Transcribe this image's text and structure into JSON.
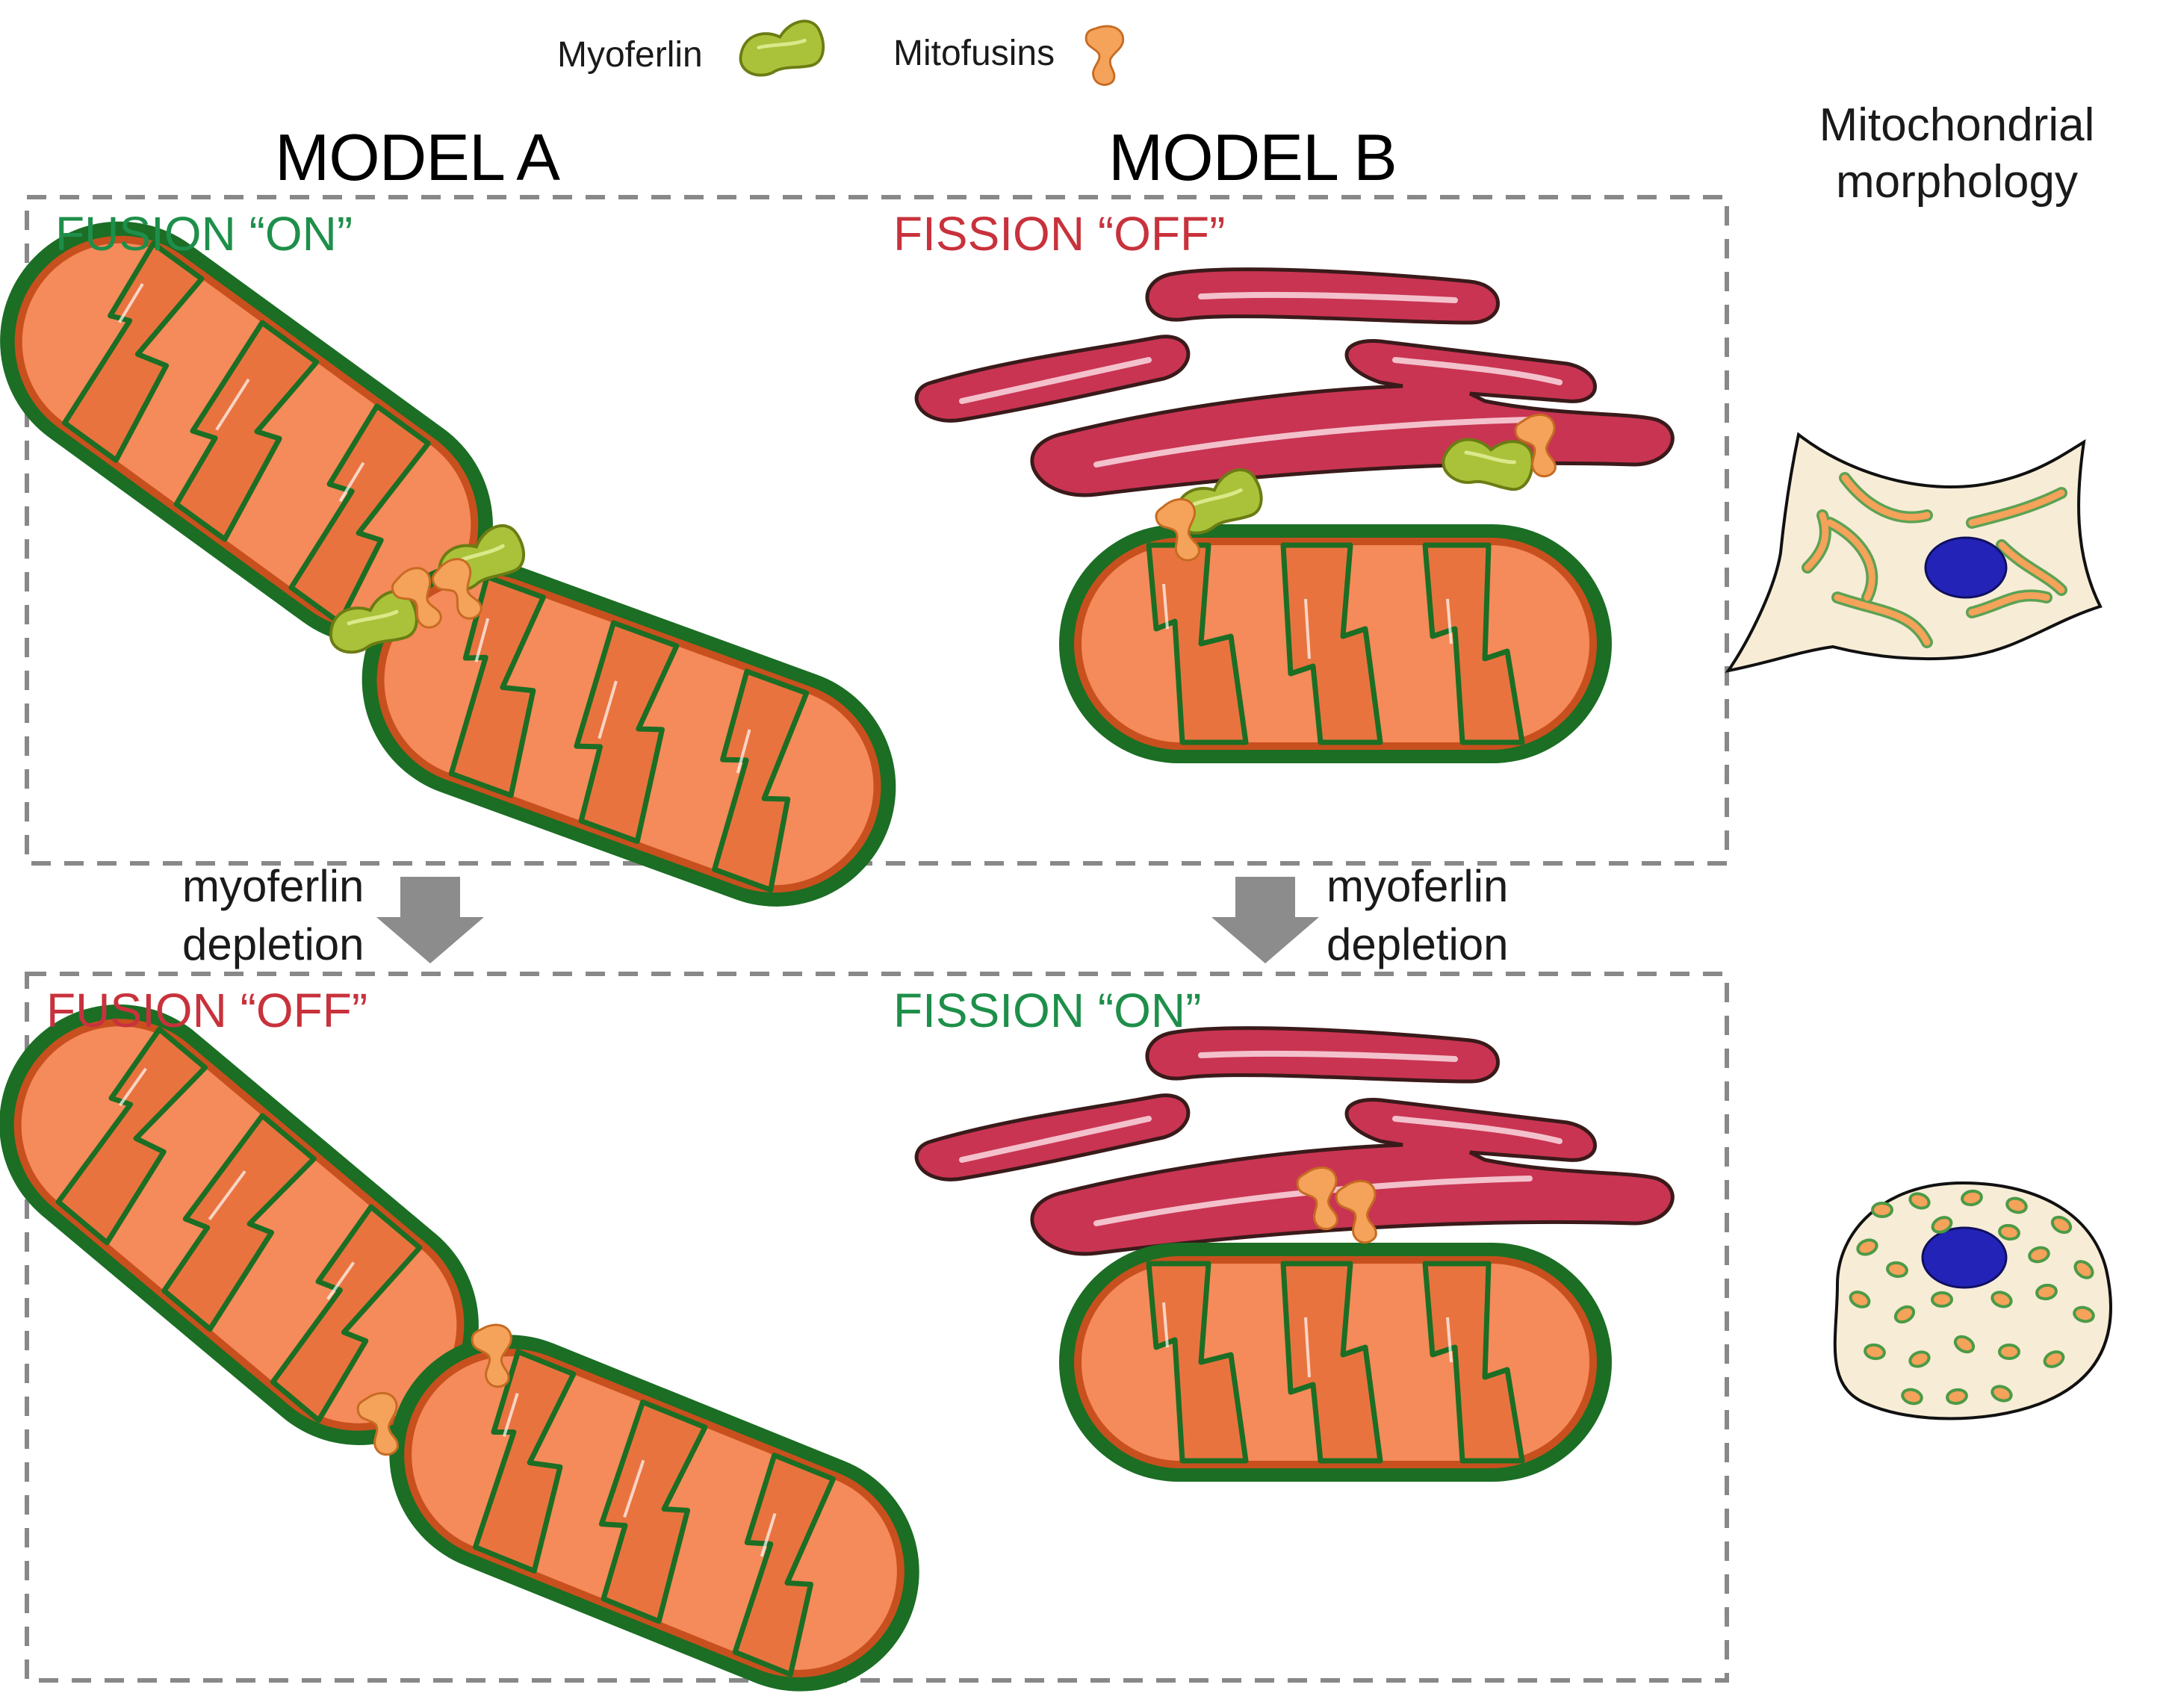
{
  "legend": {
    "myoferlin_label": "Myoferlin",
    "mitofusins_label": "Mitofusins"
  },
  "models": {
    "a_title": "MODEL A",
    "b_title": "MODEL B"
  },
  "morphology": {
    "line1": "Mitochondrial",
    "line2": "morphology"
  },
  "top_panel": {
    "a_state": "FUSION “ON”",
    "b_state": "FISSION “OFF”"
  },
  "bottom_panel": {
    "a_state": "FUSION “OFF”",
    "b_state": "FISSION “ON”"
  },
  "transition": {
    "left_line1": "myoferlin",
    "left_line2": "depletion",
    "right_line1": "myoferlin",
    "right_line2": "depletion"
  },
  "colors": {
    "on_state": "#1e8f4a",
    "off_state": "#c8323c",
    "mito_fill": "#f58a5a",
    "mito_outer": "#1b6e24",
    "er_fill": "#c93452",
    "myoferlin": "#a9c23a",
    "mitofusin": "#f5a25a",
    "nucleus": "#2323b8",
    "cell_fill": "#f7ecd6",
    "arrow": "#8c8c8c",
    "dash": "#888888"
  },
  "icons": [
    "myoferlin-protein-icon",
    "mitofusin-protein-icon",
    "mitochondrion-icon",
    "endoplasmic-reticulum-icon",
    "cell-icon",
    "down-arrow-icon"
  ]
}
